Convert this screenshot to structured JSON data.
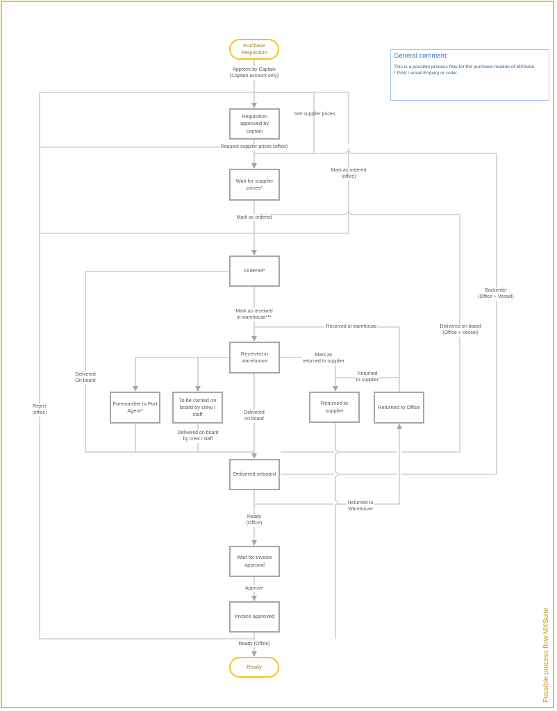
{
  "comment": {
    "title": "General comment:",
    "lines": [
      "This is a possible process flow for the purchase module of MXSuite.",
      "* Print / email Enquiry or order"
    ]
  },
  "side_caption": "Possible process flow MXSuite",
  "colors": {
    "frame": "#f6c21b",
    "terminal_border": "#f6c21b",
    "node_border": "#a6a6a6",
    "connector": "#bfbfbf",
    "comment_border": "#9dc3e6",
    "comment_text": "#2e75b6"
  },
  "terminals": {
    "start": "Purchase Requisition",
    "end": "Ready"
  },
  "nodes": {
    "req_approved": "Requisition approved by captain",
    "wait_prices": "Wait for supplier prices*",
    "ordered": "Ordered*",
    "received_wh": "Received in warehouse",
    "port_agent": "Forewarded to Port Agent*",
    "carried_crew": "To be carried on board by crew / staff",
    "returned_supplier": "Returned to supplier",
    "returned_office": "Returned to Office",
    "delivered_onboard": "Delivered onboard",
    "wait_invoice": "Wait for invoice approval",
    "invoice_approved": "Invoice approved"
  },
  "edge_labels": {
    "approve_captain": [
      "Approve by Captain",
      "(Captain account only)"
    ],
    "get_supplier_prices": [
      "Get supplier prices"
    ],
    "request_supplier_prices": [
      "Request supplier prices (office)"
    ],
    "mark_ordered_office": [
      "Mark as ordered",
      "(office)"
    ],
    "mark_ordered": [
      "Mark as ordered"
    ],
    "mark_received_wh": [
      "Mark as received",
      "in warehouse***"
    ],
    "received_at_wh": [
      "Received at warehouse"
    ],
    "mark_returned_supplier": [
      "Mark as",
      "returned to supplier"
    ],
    "returned_to_supplier": [
      "Returned",
      "to supplier"
    ],
    "delivered_on_board_left": [
      "Delivered",
      "On board"
    ],
    "delivered_on_board_mid": [
      "Delivered",
      "on board"
    ],
    "delivered_by_crew": [
      "Delivered on board",
      "by crew / staff"
    ],
    "delivered_office_vessel": [
      "Delivered on board",
      "(Office + Vessel)"
    ],
    "backorder": [
      "Backorder",
      "(Office + Vessel)"
    ],
    "reject_office": [
      "Reject",
      "(office)"
    ],
    "returned_to_wh": [
      "Returned to",
      "Warehouse"
    ],
    "ready_office": [
      "Ready",
      "(Office)"
    ],
    "approve": [
      "Approve"
    ],
    "ready_office_final": [
      "Ready (Office)"
    ]
  }
}
